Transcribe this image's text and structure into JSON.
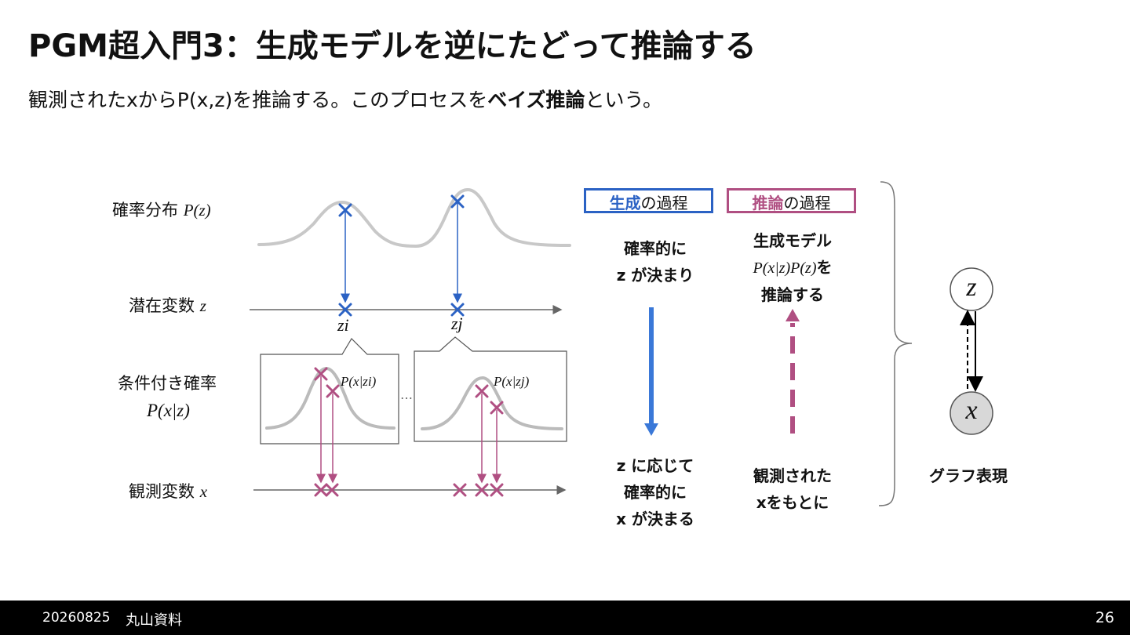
{
  "title": "PGM超入門3：生成モデルを逆にたどって推論する",
  "subtitle": {
    "pre": "観測されたxからP(x,z)を推論する。このプロセスを",
    "bold": "ベイズ推論",
    "post": "という。"
  },
  "left_labels": {
    "prior_text": "確率分布 ",
    "prior_math": "P(z)",
    "latent_text": "潜在変数 ",
    "latent_var": "z",
    "cond_text": "条件付き確率",
    "cond_math": "P(x|z)",
    "obs_text": "観測変数 ",
    "obs_var": "x"
  },
  "latent_points": {
    "zi": "zi",
    "zj": "zj"
  },
  "likelihood_labels": {
    "i": "P(x|zi)",
    "j": "P(x|zj)"
  },
  "ellipsis": "…",
  "process": {
    "gen_box_kw": "生成",
    "gen_box_rest": "の過程",
    "inf_box_kw": "推論",
    "inf_box_rest": "の過程",
    "gen_top_1": "確率的に",
    "gen_top_2": "z が決まり",
    "gen_bottom_1": "z に応じて",
    "gen_bottom_2": "確率的に",
    "gen_bottom_3": "x が決まる",
    "inf_top_1": "生成モデル",
    "inf_top_math": "P(x|z)P(z)",
    "inf_top_suffix": "を",
    "inf_top_3": "推論する",
    "inf_bottom_1": "観測された",
    "inf_bottom_2": "xをもとに"
  },
  "graph": {
    "node_z": "z",
    "node_x": "x",
    "caption": "グラフ表現"
  },
  "footer": {
    "date": "20260825",
    "author": "丸山資料",
    "page": "26"
  },
  "colors": {
    "generation": "#2b62c4",
    "inference": "#b04f82",
    "curve": "#c8c8c8"
  }
}
